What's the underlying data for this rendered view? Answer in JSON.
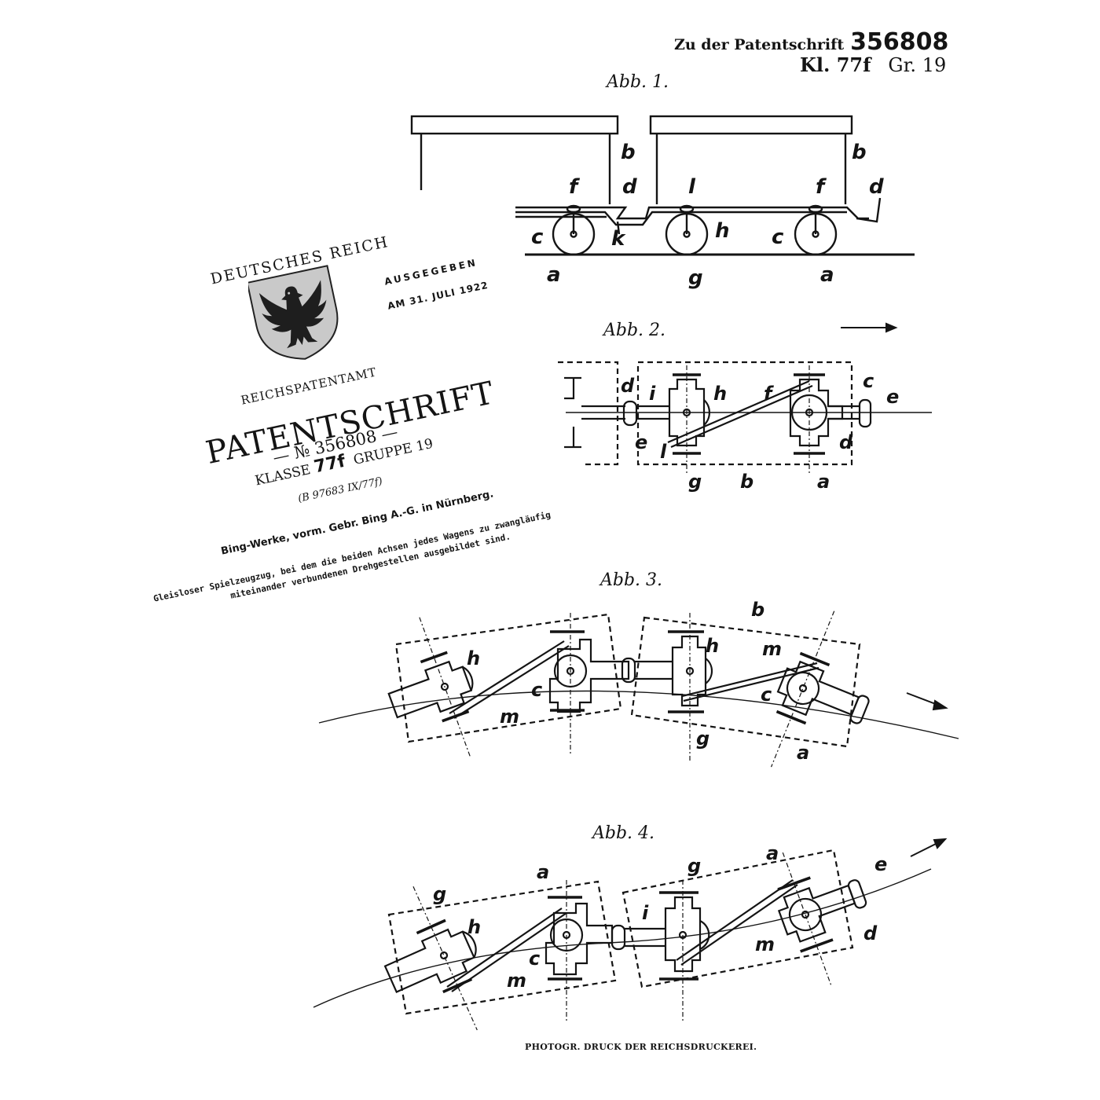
{
  "header": {
    "prefix": "Zu der Patentschrift",
    "number": "356808",
    "klasse": "Kl. 77f",
    "gruppe": "Gr. 19"
  },
  "figures": {
    "abb1": "Abb. 1.",
    "abb2": "Abb. 2.",
    "abb3": "Abb. 3.",
    "abb4": "Abb. 4."
  },
  "title_block": {
    "state": "DEUTSCHES REICH",
    "issued_line1": "AUSGEGEBEN",
    "issued_line2": "AM 31. JULI 1922",
    "office": "REICHSPATENTAMT",
    "doc_type": "PATENTSCHRIFT",
    "number_line": "— № 356808 —",
    "class_prefix": "KLASSE",
    "class_value": "77f",
    "group": "GRUPPE 19",
    "file_ref": "(B 97683 IX/77f)",
    "applicant": "Bing-Werke, vorm. Gebr. Bing A.-G. in Nürnberg.",
    "description_line1": "Gleisloser Spielzeugzug, bei dem die beiden Achsen jedes Wagens zu zwangläufig",
    "description_line2": "miteinander verbundenen Drehgestellen ausgebildet sind."
  },
  "labels": {
    "a": "a",
    "b": "b",
    "c": "c",
    "d": "d",
    "e": "e",
    "f": "f",
    "g": "g",
    "h": "h",
    "i": "i",
    "k": "k",
    "l": "l",
    "m": "m"
  },
  "footer": "PHOTOGR. DRUCK DER REICHSDRUCKEREI."
}
